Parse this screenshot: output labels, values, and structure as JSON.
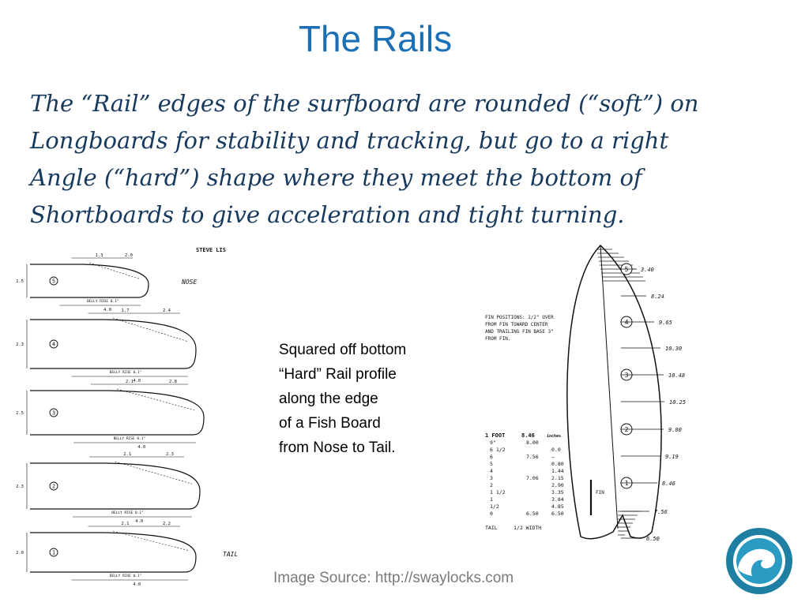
{
  "slide": {
    "title": "The Rails",
    "body_lines": [
      "The “Rail” edges of the surfboard are rounded (“soft”) on",
      "Longboards for stability and tracking, but go to a right",
      "Angle (“hard”) shape where they meet the bottom of",
      "Shortboards to give acceleration and tight turning."
    ],
    "caption_lines": [
      "Squared off bottom",
      "“Hard” Rail profile",
      "along the edge",
      "of a Fish Board",
      "from Nose to Tail."
    ],
    "source": "Image Source: http://swaylocks.com"
  },
  "rail_drawing": {
    "header": "STEVE LIS",
    "nose_label": "NOSE",
    "tail_label": "TAIL",
    "belly_label": "BELLY RISE",
    "profiles": [
      {
        "num": "5",
        "height": "1.5",
        "top_dims": [
          "1.3",
          "2.0"
        ],
        "width": "4.0",
        "belly": "0.1\""
      },
      {
        "num": "4",
        "height": "2.3",
        "top_dims": [
          "1.7",
          "2.4"
        ],
        "width": "4.0",
        "belly": "0.1\""
      },
      {
        "num": "3",
        "height": "2.5",
        "top_dims": [
          "2.1",
          "2.8"
        ],
        "width": "4.0",
        "belly": "0.1\""
      },
      {
        "num": "2",
        "height": "2.3",
        "top_dims": [
          "2.1",
          "2.3"
        ],
        "width": "4.0",
        "belly": "0.1\""
      },
      {
        "num": "1",
        "height": "2.0",
        "top_dims": [
          "2.1",
          "2.2"
        ],
        "width": "4.0",
        "belly": "0.1\""
      }
    ]
  },
  "board_drawing": {
    "fin_note": [
      "FIN POSITIONS: 1/2\" OVER",
      "FROM FIN TOWARD CENTER",
      "AND TRAILING FIN BASE 3\"",
      "FROM FIN."
    ],
    "fin_label": "FIN",
    "station_numbers": [
      "5",
      "4",
      "3",
      "2",
      "1"
    ],
    "widths": [
      "3.40",
      "8.24",
      "9.65",
      "10.30",
      "10.48",
      "10.25",
      "9.80",
      "9.19",
      "8.46",
      "7.56",
      "6.50"
    ],
    "table_header": [
      "1 FOOT",
      "8.46",
      "inches"
    ],
    "table_rows": [
      [
        "9\"",
        "8.00",
        ""
      ],
      [
        "6 1/2",
        "",
        "0.0"
      ],
      [
        "6",
        "7.56",
        "–"
      ],
      [
        "5",
        "",
        "0.80"
      ],
      [
        "4",
        "",
        "1.44"
      ],
      [
        "3",
        "7.06",
        "2.15"
      ],
      [
        "2",
        "",
        "2.90"
      ],
      [
        "1 1/2",
        "",
        "3.35"
      ],
      [
        "1",
        "",
        "3.84"
      ],
      [
        "1/2",
        "",
        "4.85"
      ],
      [
        "0",
        "6.50",
        "6.50"
      ]
    ],
    "table_footer": [
      "TAIL",
      "1/2 WIDTH"
    ]
  },
  "logo": {
    "outer_color": "#1f7fa3",
    "inner_color": "#2a9cc4",
    "wave_color": "#ffffff"
  }
}
